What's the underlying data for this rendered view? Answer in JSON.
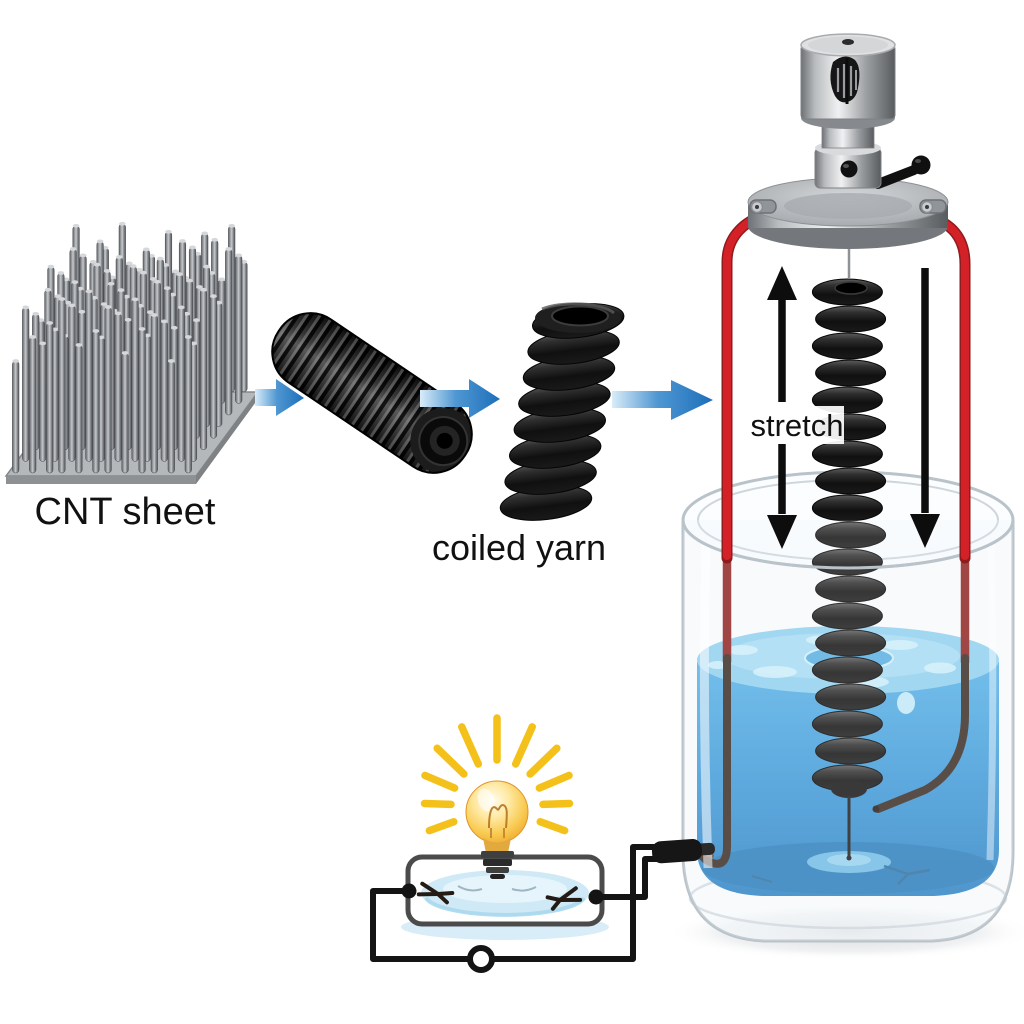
{
  "figure": {
    "title": "CNT coiled-yarn artificial muscle experiment",
    "background": "#ffffff",
    "labels": {
      "cnt_sheet": "CNT sheet",
      "coiled_yarn": "coiled yarn",
      "stretch": "stretch"
    },
    "colors": {
      "arrow_blue_light": "#d9ecf9",
      "arrow_blue_dark": "#1d6fba",
      "wire_red": "#d42127",
      "wire_red_edge": "#8e1b1e",
      "wire_red_muted": "#8e2322",
      "wire_dark": "#3a2b24",
      "circuit_black": "#141414",
      "water_top": "#58b2e7",
      "water_bottom": "#2e83c4",
      "water_surface": "#8fd0ef",
      "splash_light": "#cfeefb",
      "yarn_black": "#161616",
      "glass_stroke": "#b9c3ca",
      "bulb_yellow": "#f8c94f",
      "ray_gold": "#f4c11a",
      "pool_blue": "#cfeaf6",
      "label_color": "#111111"
    },
    "icons": {
      "cnt_forest": "cnt-nanotube-forest",
      "twisted_roll": "twisted-yarn-roll",
      "coiled_yarn": "coiled-yarn",
      "process_arrow": "process-arrow-right",
      "motor_mount": "motor-spindle-mount",
      "beaker": "glass-beaker-electrolyte",
      "stretch_arrows": "stretch-direction-arrows",
      "light_bulb": "glowing-light-bulb",
      "circuit_terminal": "external-circuit-terminal"
    }
  }
}
